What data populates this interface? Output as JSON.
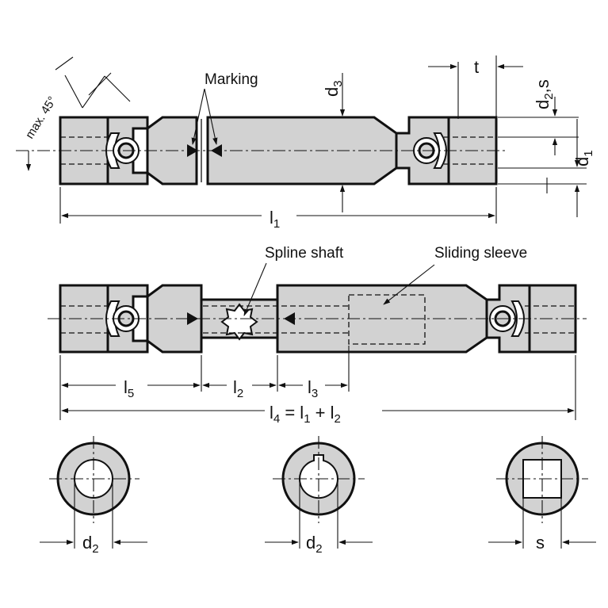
{
  "labels": {
    "marking": "Marking",
    "spline_shaft": "Spline shaft",
    "sliding_sleeve": "Sliding sleeve",
    "max_angle": "max. 45°",
    "t": "t"
  },
  "dims": {
    "d3": {
      "base": "d",
      "sub": "3"
    },
    "d2s": {
      "base": "d",
      "sub": "2",
      "tail": ",s"
    },
    "d1": {
      "base": "d",
      "sub": "1"
    },
    "l1": {
      "base": "l",
      "sub": "1"
    },
    "l5": {
      "base": "l",
      "sub": "5"
    },
    "l2": {
      "base": "l",
      "sub": "2"
    },
    "l3": {
      "base": "l",
      "sub": "3"
    },
    "l4": {
      "p1": "l",
      "s1": "4",
      "p2": " = l",
      "s2": "1",
      "p3": " + l",
      "s3": "2"
    },
    "bore_d2_a": {
      "base": "d",
      "sub": "2"
    },
    "bore_d2_b": {
      "base": "d",
      "sub": "2"
    },
    "bore_s": "s"
  }
}
